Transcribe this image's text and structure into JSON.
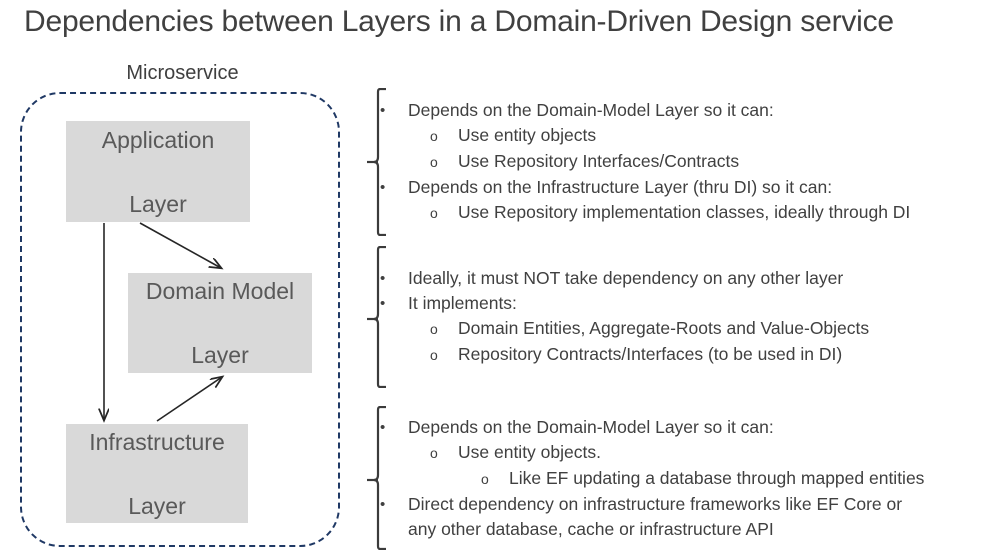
{
  "page": {
    "title": "Dependencies between Layers in a Domain-Driven Design service",
    "background_color": "#FFFFFF",
    "text_color": "#404040"
  },
  "diagram": {
    "boundary_label": "Microservice",
    "boundary_color": "#1F3864",
    "boundary_style": "dashed-rounded-rectangle",
    "box_fill_color": "#D9D9D9",
    "box_text_color": "#595959",
    "boxes": [
      {
        "id": "application",
        "label": "Application\nLayer",
        "line1": "Application",
        "line2": "Layer"
      },
      {
        "id": "domain-model",
        "label": "Domain Model\nLayer",
        "line1": "Domain Model",
        "line2": "Layer"
      },
      {
        "id": "infrastructure",
        "label": "Infrastructure\nLayer",
        "line1": "Infrastructure",
        "line2": "Layer"
      }
    ],
    "arrows": [
      {
        "from": "application",
        "to": "domain-model",
        "direction": "down-right"
      },
      {
        "from": "application",
        "to": "infrastructure",
        "direction": "down"
      },
      {
        "from": "infrastructure",
        "to": "domain-model",
        "direction": "up-right"
      }
    ]
  },
  "notes": [
    {
      "id": "application-layer-notes",
      "for_box": "application",
      "lines": [
        {
          "level": 1,
          "marker": "•",
          "text": "Depends on the Domain-Model Layer so it can:"
        },
        {
          "level": 2,
          "marker": "o",
          "text": "Use entity objects"
        },
        {
          "level": 2,
          "marker": "o",
          "text": "Use Repository Interfaces/Contracts"
        },
        {
          "level": 1,
          "marker": "•",
          "text": "Depends on the Infrastructure Layer (thru DI) so it can:"
        },
        {
          "level": 2,
          "marker": "o",
          "text": "Use Repository implementation classes, ideally through DI"
        }
      ]
    },
    {
      "id": "domain-model-layer-notes",
      "for_box": "domain-model",
      "lines": [
        {
          "level": 1,
          "marker": "•",
          "text": "Ideally, it must NOT take dependency on any other layer"
        },
        {
          "level": 1,
          "marker": "•",
          "text": "It implements:"
        },
        {
          "level": 2,
          "marker": "o",
          "text": "Domain Entities, Aggregate-Roots and Value-Objects"
        },
        {
          "level": 2,
          "marker": "o",
          "text": "Repository Contracts/Interfaces (to be used in DI)"
        }
      ]
    },
    {
      "id": "infrastructure-layer-notes",
      "for_box": "infrastructure",
      "lines": [
        {
          "level": 1,
          "marker": "•",
          "text": "Depends on the Domain-Model Layer so it can:"
        },
        {
          "level": 2,
          "marker": "o",
          "text": "Use entity objects."
        },
        {
          "level": 3,
          "marker": "o",
          "text": "Like EF updating a database through mapped entities"
        },
        {
          "level": 1,
          "marker": "•",
          "text": "Direct dependency on infrastructure frameworks like EF Core or"
        },
        {
          "level": 0,
          "marker": "",
          "text": "any other database, cache or infrastructure API"
        }
      ]
    }
  ]
}
